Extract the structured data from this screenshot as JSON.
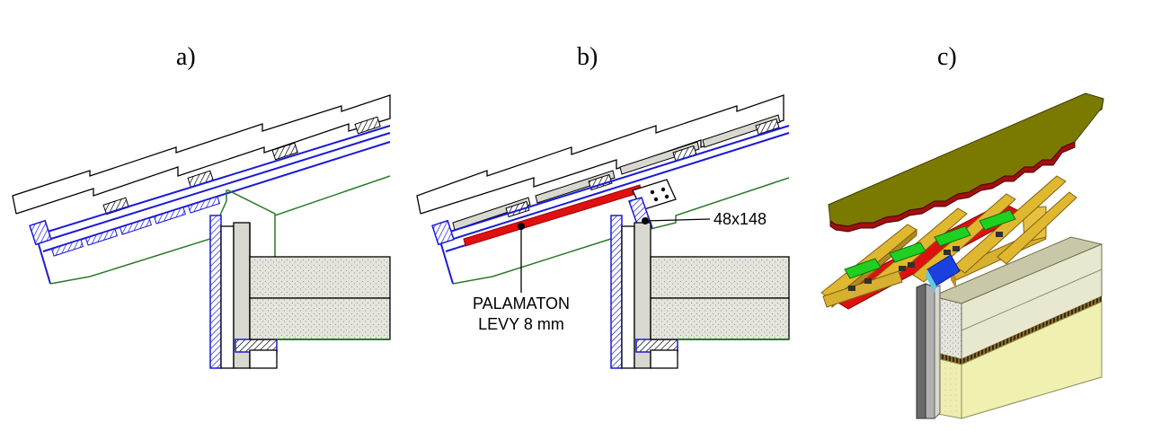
{
  "panels": [
    {
      "id": "a",
      "caption": "a)"
    },
    {
      "id": "b",
      "caption": "b)"
    },
    {
      "id": "c",
      "caption": "c)"
    }
  ],
  "annotations": {
    "board_size": "48x148",
    "fire_board_line1": "PALAMATON",
    "fire_board_line2": "LEVY 8 mm"
  },
  "colors": {
    "structure_blue": "#1a1ad8",
    "fire_board_red": "#e01010",
    "boundary_green": "#2a7a2a",
    "insulation_gray": "#d8d8d0",
    "roof_olive": "#7a7a00",
    "underside_red": "#a01010",
    "batten_green": "#20d020",
    "rafter_yellow": "#e0b830"
  }
}
